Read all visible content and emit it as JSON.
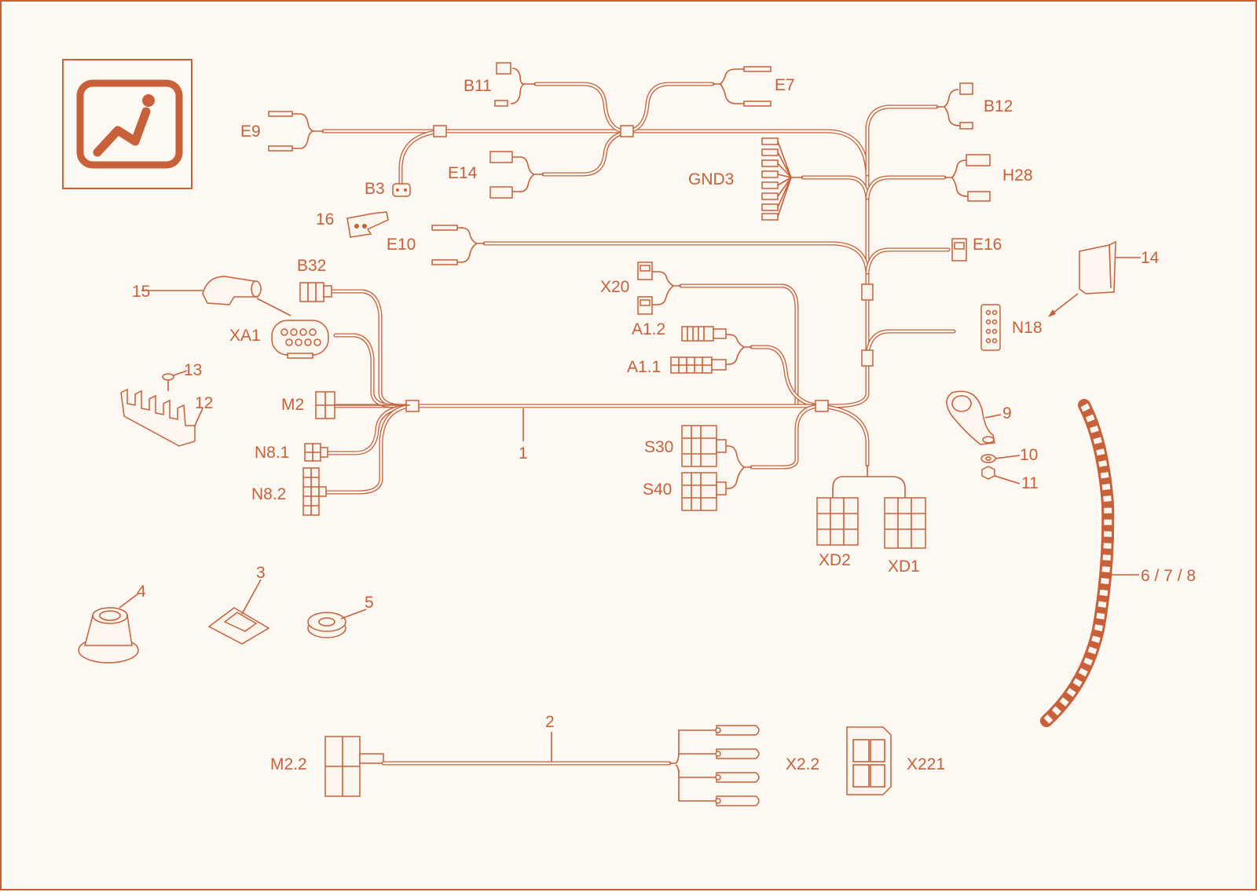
{
  "labels": {
    "B11": "B11",
    "E7": "E7",
    "E9": "E9",
    "B12": "B12",
    "E14": "E14",
    "B3": "B3",
    "GND3": "GND3",
    "H28": "H28",
    "p16": "16",
    "E10": "E10",
    "E16": "E16",
    "p14": "14",
    "B32": "B32",
    "X20": "X20",
    "p15": "15",
    "XA1": "XA1",
    "A12": "A1.2",
    "N18": "N18",
    "A11": "A1.1",
    "p13": "13",
    "M2": "M2",
    "p12": "12",
    "p9": "9",
    "N81": "N8.1",
    "p1": "1",
    "S30": "S30",
    "p10": "10",
    "p11": "11",
    "N82": "N8.2",
    "S40": "S40",
    "XD2": "XD2",
    "XD1": "XD1",
    "p678": "6 / 7 / 8",
    "p3": "3",
    "p4": "4",
    "p5": "5",
    "p2": "2",
    "M22": "M2.2",
    "X22": "X2.2",
    "X221": "X221"
  },
  "colors": {
    "accent": "#c8603a",
    "background": "#fdf8f2"
  },
  "icons": {
    "logo": "seat-icon"
  }
}
